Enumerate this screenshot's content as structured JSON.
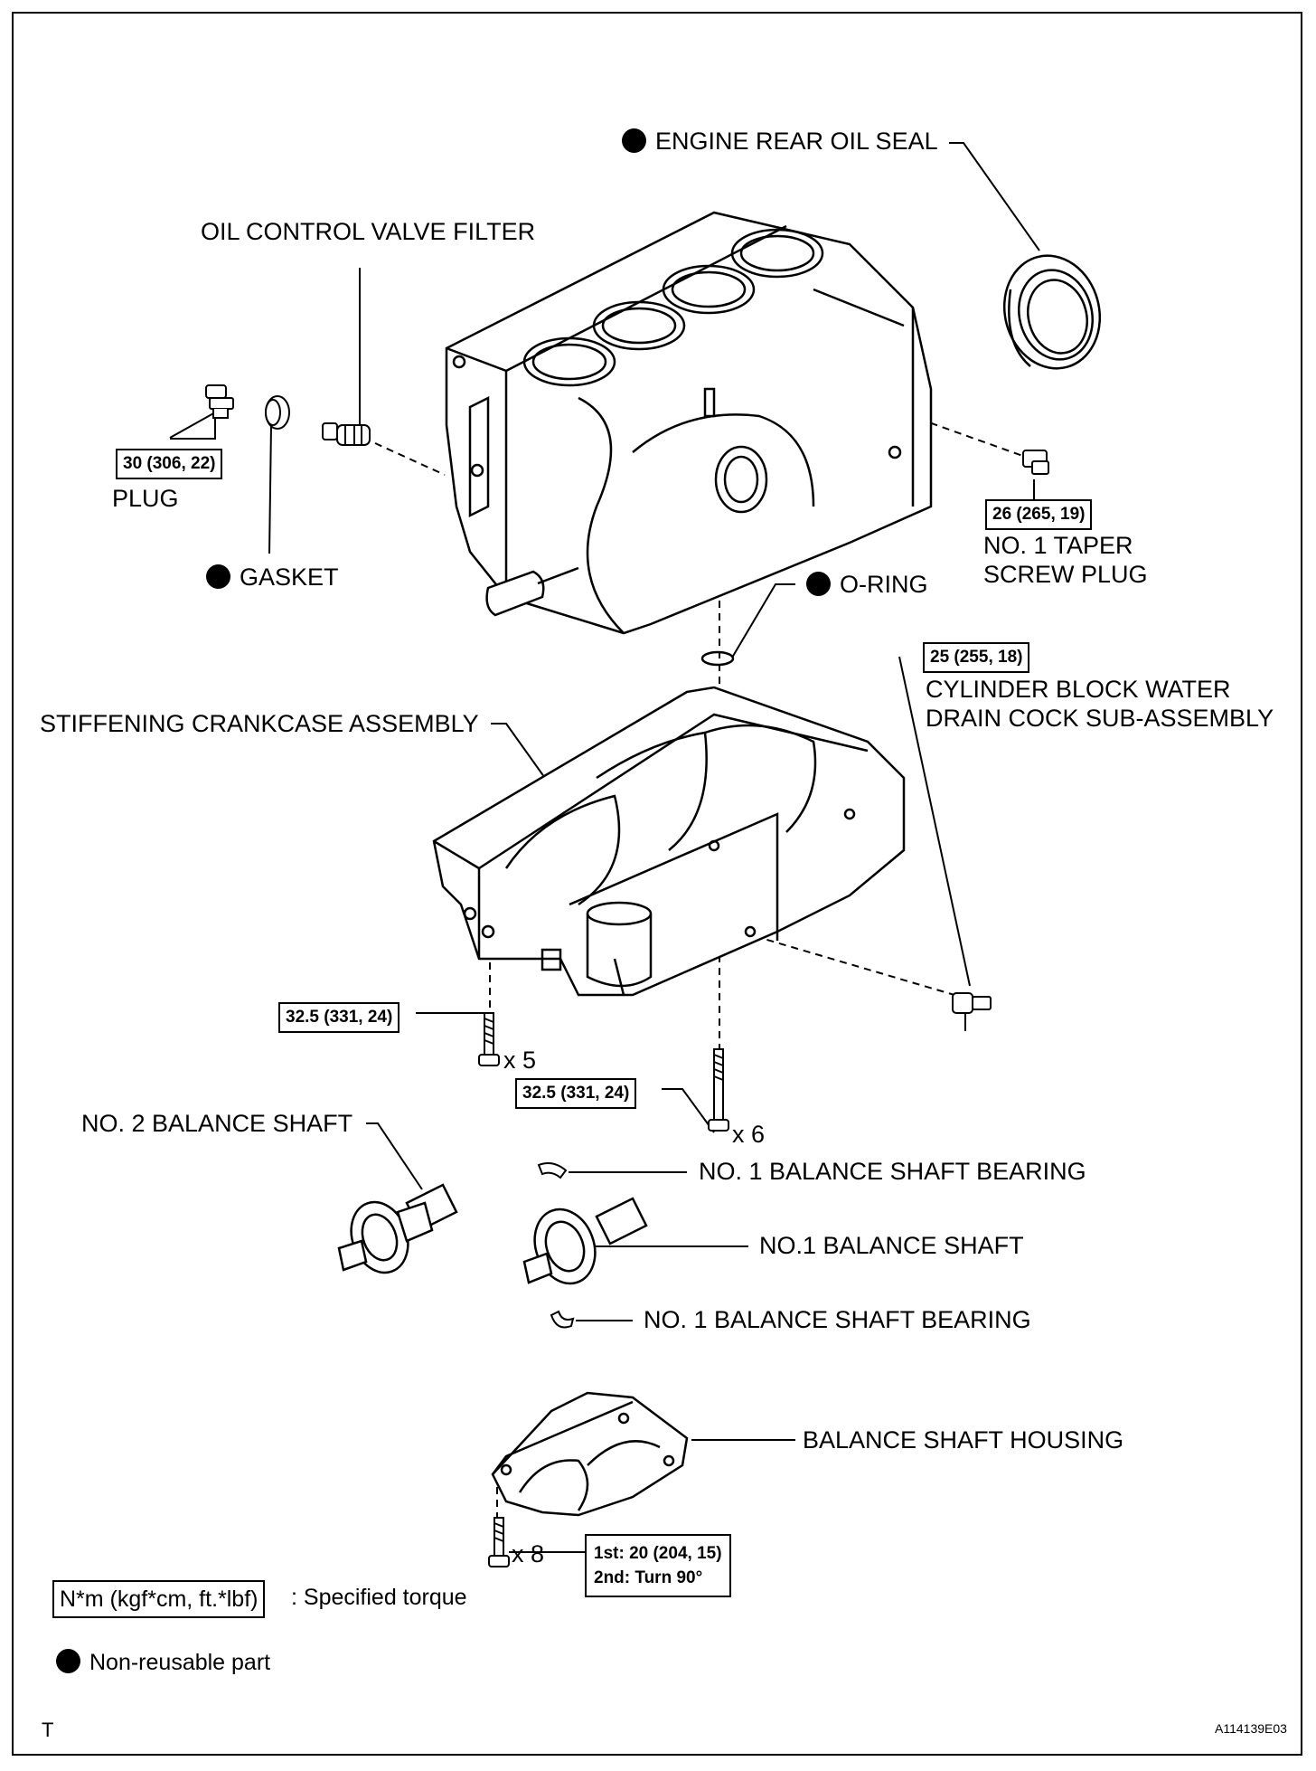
{
  "labels": {
    "engine_rear_oil_seal": "ENGINE REAR OIL SEAL",
    "oil_control_valve_filter": "OIL CONTROL VALVE FILTER",
    "plug": "PLUG",
    "gasket": "GASKET",
    "taper_plug_l1": "NO. 1 TAPER",
    "taper_plug_l2": "SCREW PLUG",
    "o_ring": "O-RING",
    "drain_cock_l1": "CYLINDER BLOCK WATER",
    "drain_cock_l2": "DRAIN COCK SUB-ASSEMBLY",
    "stiffening_crankcase": "STIFFENING CRANKCASE ASSEMBLY",
    "no2_balance_shaft": "NO. 2 BALANCE SHAFT",
    "no1_bearing_upper": "NO. 1 BALANCE SHAFT BEARING",
    "no1_balance_shaft": "NO.1 BALANCE SHAFT",
    "no1_bearing_lower": "NO. 1 BALANCE SHAFT BEARING",
    "balance_shaft_housing": "BALANCE SHAFT HOUSING"
  },
  "torques": {
    "plug": "30 (306, 22)",
    "taper_plug": "26 (265, 19)",
    "drain_cock": "25 (255, 18)",
    "crankcase_bolts_a": "32.5 (331, 24)",
    "crankcase_bolts_b": "32.5 (331, 24)",
    "housing_1st": "1st: 20 (204, 15)",
    "housing_2nd": "2nd: Turn 90°"
  },
  "quantities": {
    "crankcase_a": "x 5",
    "crankcase_b": "x 6",
    "housing": "x 8"
  },
  "legend": {
    "torque_unit": "N*m (kgf*cm, ft.*lbf)",
    "torque_desc": ": Specified torque",
    "nonreusable_desc": "Non-reusable part"
  },
  "footer": {
    "left_mark": "T",
    "figure_id": "A114139E03"
  }
}
